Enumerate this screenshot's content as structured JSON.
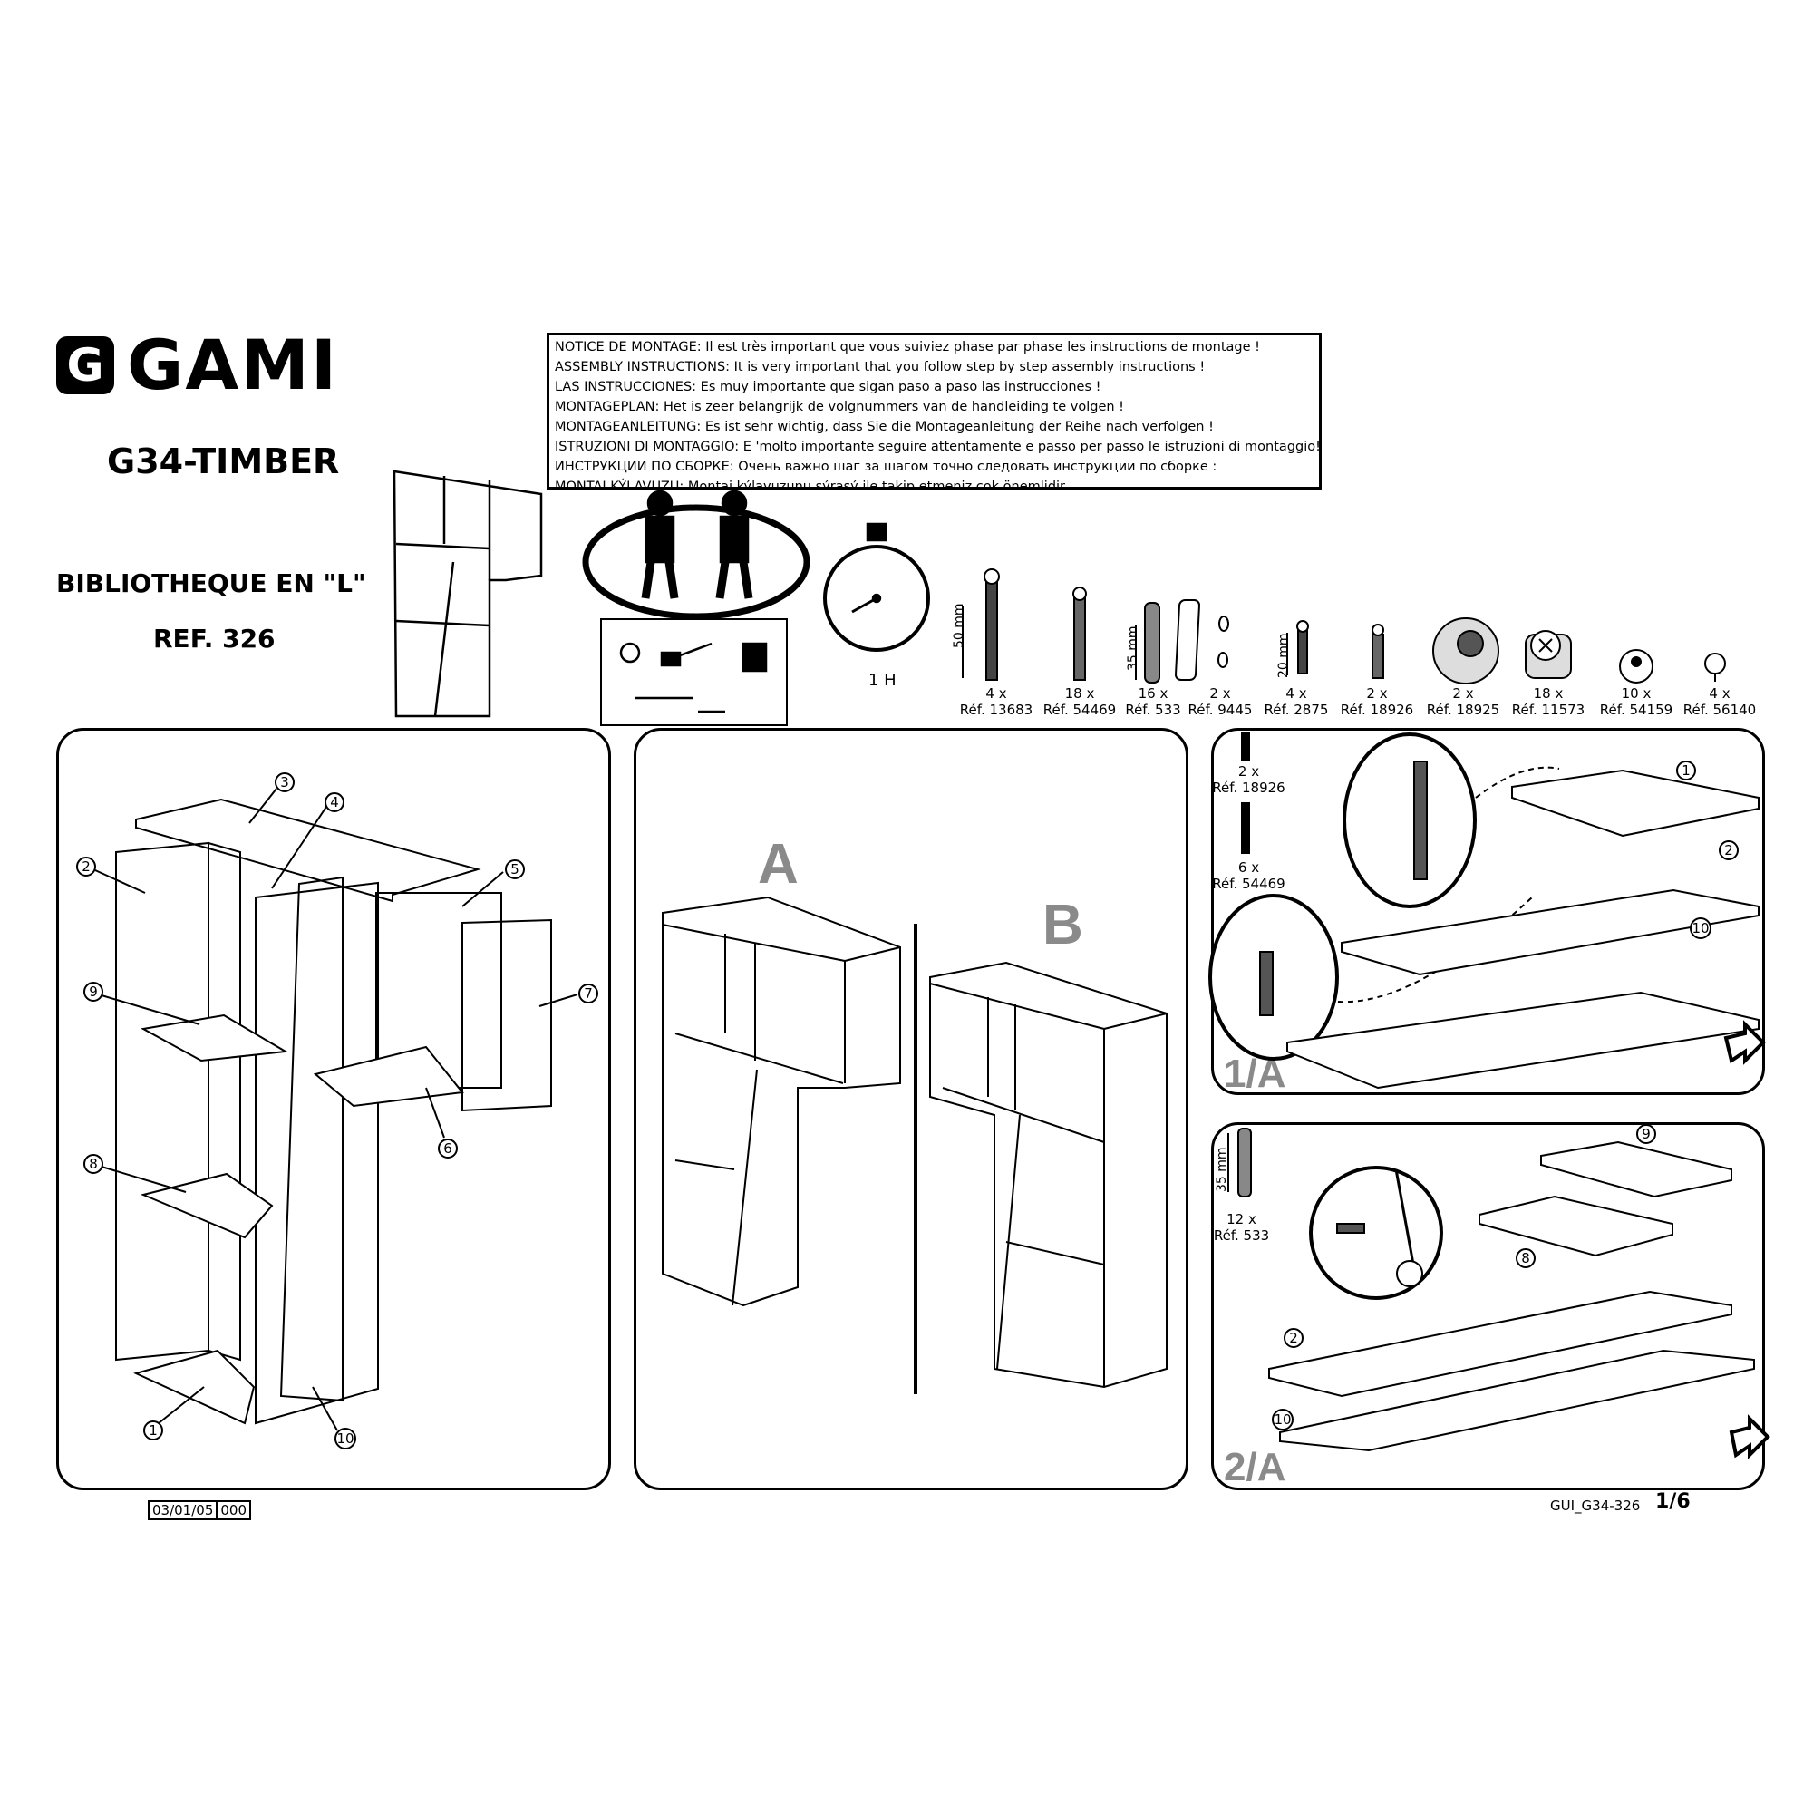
{
  "brand": {
    "logo_letter": "G",
    "logo_text": "GAMI"
  },
  "product": {
    "model": "G34-TIMBER",
    "name": "BIBLIOTHEQUE EN \"L\"",
    "ref": "REF. 326"
  },
  "notice_lines": [
    "NOTICE DE MONTAGE: Il est très important que vous suiviez phase par phase les instructions de montage !",
    "ASSEMBLY INSTRUCTIONS: It is very important that you follow step by step assembly instructions !",
    "LAS INSTRUCCIONES: Es muy importante que sigan paso a paso las instrucciones !",
    "MONTAGEPLAN: Het is zeer belangrijk de volgnummers van de handleiding te volgen !",
    "MONTAGEANLEITUNG: Es ist sehr wichtig, dass Sie die Montageanleitung der Reihe nach verfolgen !",
    "ISTRUZIONI DI MONTAGGIO: E 'molto importante seguire attentamente e passo per passo le istruzioni di montaggio!",
    "ИНСТРУКЦИИ ПО СБОРКЕ: Очень важно шаг за шагом точно следовать инструкции по сборке :",
    "MONTAJ KÝLAVUZU: Montaj kýlavuzunu sýrasý ile takip etmeniz cok önemlidir."
  ],
  "time": "1 H",
  "hardware": [
    {
      "qty": "4 x",
      "ref": "Réf. 13683",
      "dim": "50 mm"
    },
    {
      "qty": "18 x",
      "ref": "Réf. 54469"
    },
    {
      "qty": "16 x",
      "ref": "Réf. 533",
      "dim": "35 mm"
    },
    {
      "qty": "2 x",
      "ref": "Réf. 9445"
    },
    {
      "qty": "4 x",
      "ref": "Réf. 2875",
      "dim": "20 mm"
    },
    {
      "qty": "2 x",
      "ref": "Réf. 18926"
    },
    {
      "qty": "2 x",
      "ref": "Réf. 18925"
    },
    {
      "qty": "18 x",
      "ref": "Réf. 11573"
    },
    {
      "qty": "10 x",
      "ref": "Réf. 54159"
    },
    {
      "qty": "4 x",
      "ref": "Réf. 56140"
    }
  ],
  "parts_panel": {
    "callouts": [
      "3",
      "4",
      "2",
      "5",
      "9",
      "7",
      "8",
      "6",
      "1",
      "10"
    ]
  },
  "variants": {
    "a": "A",
    "b": "B"
  },
  "step1": {
    "label": "1/A",
    "hw": [
      {
        "qty": "2 x",
        "ref": "Réf. 18926"
      },
      {
        "qty": "6 x",
        "ref": "Réf. 54469"
      }
    ],
    "callouts": [
      "1",
      "2",
      "10"
    ]
  },
  "step2": {
    "label": "2/A",
    "hw": [
      {
        "qty": "12 x",
        "ref": "Réf. 533",
        "dim": "35 mm"
      }
    ],
    "callouts": [
      "9",
      "8",
      "2",
      "10"
    ]
  },
  "footer": {
    "date": "03/01/05",
    "code": "000",
    "doc": "GUI_G34-326",
    "page": "1/6"
  }
}
